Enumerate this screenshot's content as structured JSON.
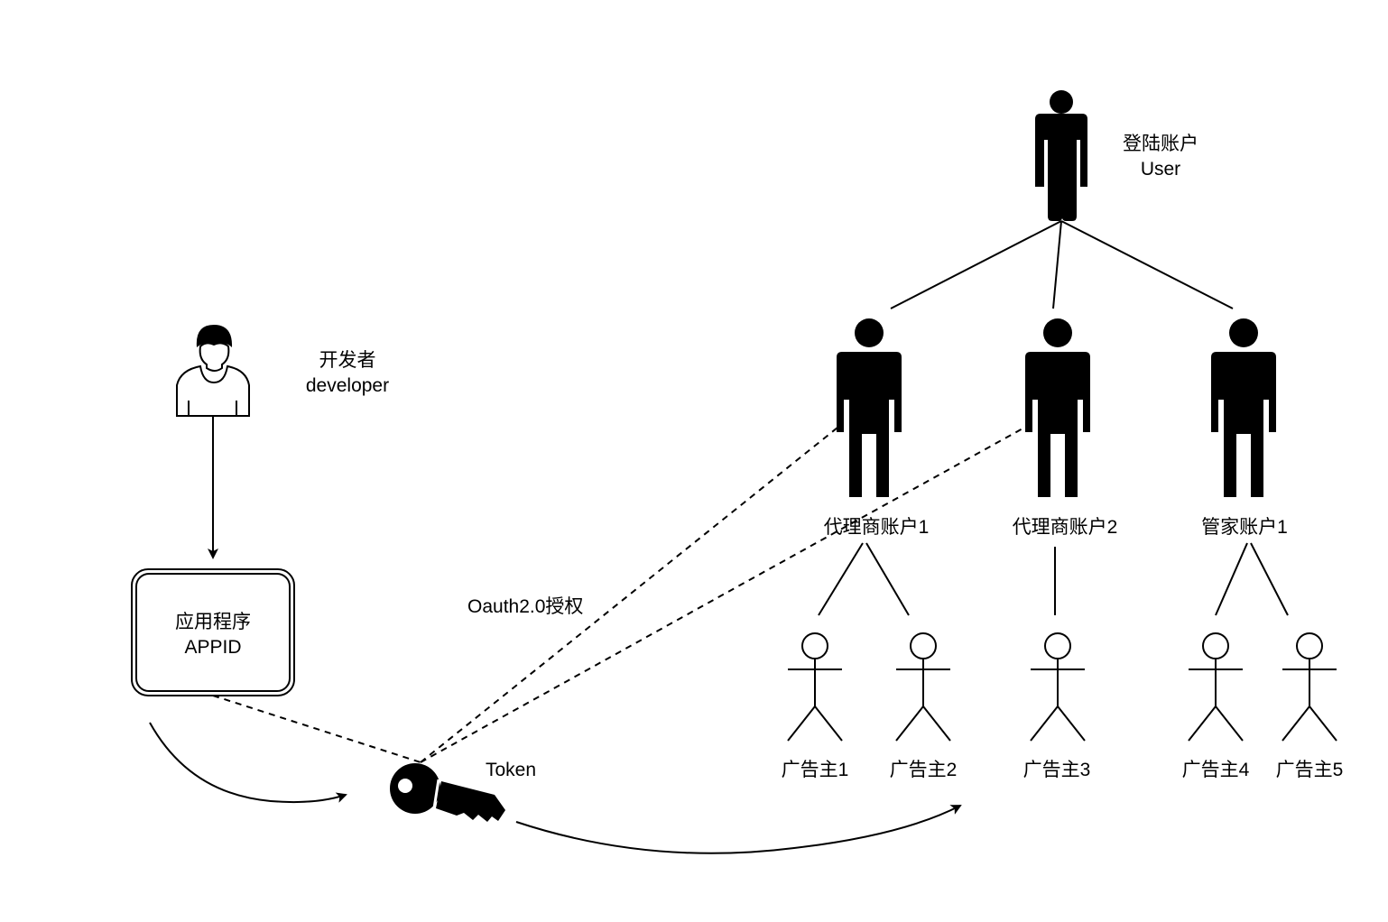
{
  "diagram": {
    "type": "oauth-account-hierarchy",
    "colors": {
      "ink": "#000000",
      "background": "#ffffff"
    },
    "developer": {
      "icon": "developer-person-icon",
      "label_line1": "开发者",
      "label_line2": "developer"
    },
    "app": {
      "label_line1": "应用程序",
      "label_line2": "APPID"
    },
    "token": {
      "icon": "key-icon",
      "label": "Token"
    },
    "oauth": {
      "label": "Oauth2.0授权"
    },
    "user": {
      "icon": "person-solid-icon",
      "label_line1": "登陆账户",
      "label_line2": "User"
    },
    "accounts": [
      {
        "icon": "person-solid-icon",
        "label": "代理商账户1"
      },
      {
        "icon": "person-solid-icon",
        "label": "代理商账户2"
      },
      {
        "icon": "person-solid-icon",
        "label": "管家账户1"
      }
    ],
    "advertisers": [
      {
        "icon": "stick-figure-icon",
        "label": "广告主1",
        "parent": 0
      },
      {
        "icon": "stick-figure-icon",
        "label": "广告主2",
        "parent": 0
      },
      {
        "icon": "stick-figure-icon",
        "label": "广告主3",
        "parent": 1
      },
      {
        "icon": "stick-figure-icon",
        "label": "广告主4",
        "parent": 2
      },
      {
        "icon": "stick-figure-icon",
        "label": "广告主5",
        "parent": 2
      }
    ],
    "edges": [
      {
        "from": "developer",
        "to": "app",
        "style": "solid-arrow"
      },
      {
        "from": "app",
        "to": "token",
        "style": "dashed"
      },
      {
        "from": "token",
        "to": "代理商账户1",
        "style": "dashed"
      },
      {
        "from": "token",
        "to": "代理商账户2",
        "style": "dashed"
      },
      {
        "from": "app",
        "to": "token",
        "style": "curved-arrow"
      },
      {
        "from": "token",
        "to": "advertisers",
        "style": "curved-arrow"
      },
      {
        "from": "user",
        "to": "代理商账户1",
        "style": "solid"
      },
      {
        "from": "user",
        "to": "代理商账户2",
        "style": "solid"
      },
      {
        "from": "user",
        "to": "管家账户1",
        "style": "solid"
      },
      {
        "from": "代理商账户1",
        "to": "广告主1",
        "style": "solid"
      },
      {
        "from": "代理商账户1",
        "to": "广告主2",
        "style": "solid"
      },
      {
        "from": "代理商账户2",
        "to": "广告主3",
        "style": "solid"
      },
      {
        "from": "管家账户1",
        "to": "广告主4",
        "style": "solid"
      },
      {
        "from": "管家账户1",
        "to": "广告主5",
        "style": "solid"
      }
    ]
  }
}
